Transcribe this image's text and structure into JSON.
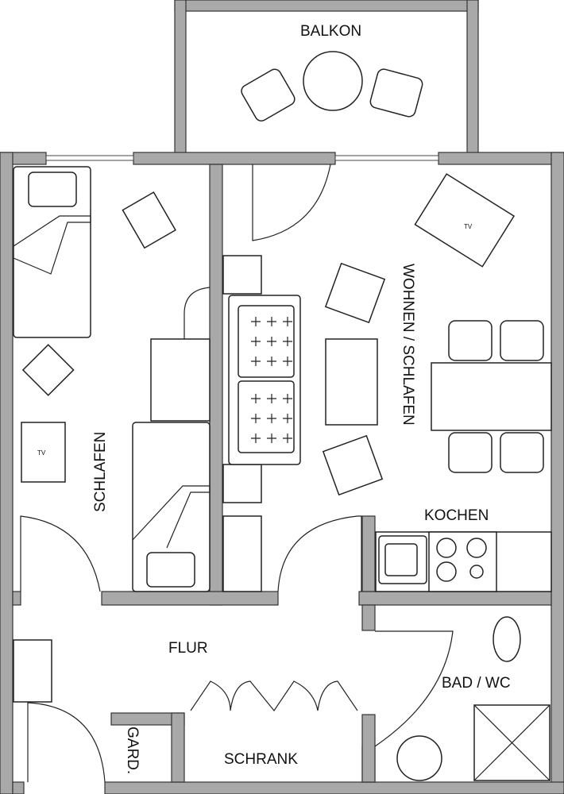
{
  "floorplan": {
    "rooms": {
      "balkon": "BALKON",
      "wohnen": "WOHNEN / SCHLAFEN",
      "schlafen": "SCHLAFEN",
      "kochen": "KOCHEN",
      "flur": "FLUR",
      "bad": "BAD / WC",
      "schrank": "SCHRANK",
      "gard": "GARD."
    },
    "tv_label": "TV",
    "colors": {
      "wall": "#a9a9a9",
      "line": "#222222",
      "background": "#ffffff"
    }
  }
}
